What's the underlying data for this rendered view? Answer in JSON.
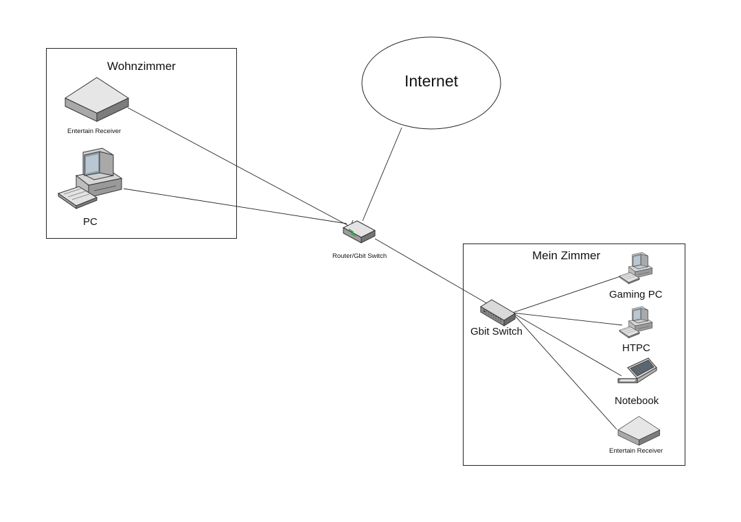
{
  "diagram": {
    "rooms": {
      "wohnzimmer": {
        "title": "Wohnzimmer"
      },
      "mein_zimmer": {
        "title": "Mein Zimmer"
      }
    },
    "cloud": {
      "label": "Internet"
    },
    "nodes": {
      "entertain_receiver_1": {
        "label": "Entertain Receiver",
        "icon": "set-top-box-icon"
      },
      "pc": {
        "label": "PC",
        "icon": "desktop-pc-icon"
      },
      "router": {
        "label": "Router/Gbit Switch",
        "icon": "router-icon"
      },
      "gbit_switch": {
        "label": "Gbit Switch",
        "icon": "network-switch-icon"
      },
      "gaming_pc": {
        "label": "Gaming PC",
        "icon": "desktop-pc-icon"
      },
      "htpc": {
        "label": "HTPC",
        "icon": "desktop-pc-icon"
      },
      "notebook": {
        "label": "Notebook",
        "icon": "laptop-icon"
      },
      "entertain_receiver_2": {
        "label": "Entertain Receiver",
        "icon": "set-top-box-icon"
      }
    },
    "connections": [
      [
        "entertain_receiver_1",
        "router"
      ],
      [
        "pc",
        "router"
      ],
      [
        "internet",
        "router"
      ],
      [
        "router",
        "gbit_switch"
      ],
      [
        "gbit_switch",
        "gaming_pc"
      ],
      [
        "gbit_switch",
        "htpc"
      ],
      [
        "gbit_switch",
        "notebook"
      ],
      [
        "gbit_switch",
        "entertain_receiver_2"
      ]
    ]
  }
}
